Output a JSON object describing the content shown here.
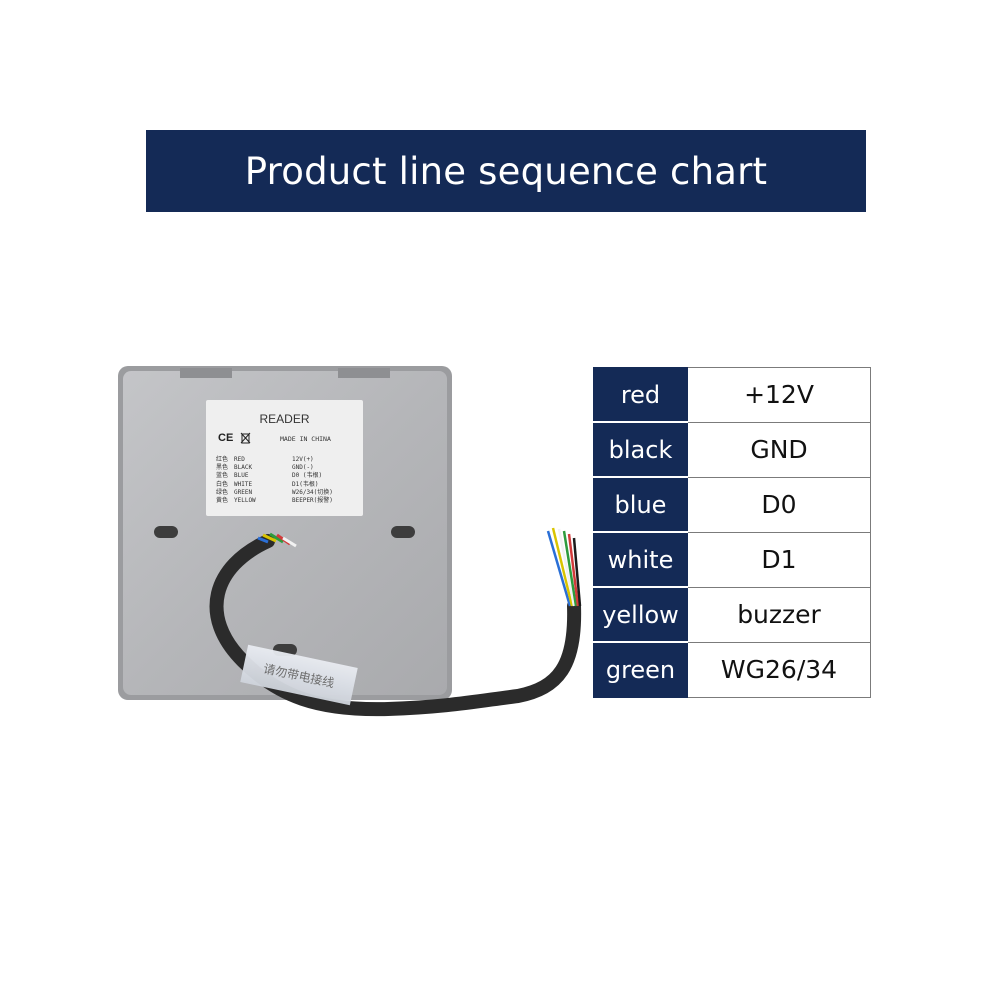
{
  "banner": {
    "title": "Product line sequence chart"
  },
  "device": {
    "label_card": {
      "title": "READER",
      "ce_mark": "CE",
      "made_in": "MADE IN CHINA",
      "rows": [
        {
          "cn": "红色",
          "en": "RED",
          "signal": "12V(+)"
        },
        {
          "cn": "黑色",
          "en": "BLACK",
          "signal": "GND(-)"
        },
        {
          "cn": "蓝色",
          "en": "BLUE",
          "signal": "D0 (韦根)"
        },
        {
          "cn": "白色",
          "en": "WHITE",
          "signal": "D1(韦根)"
        },
        {
          "cn": "绿色",
          "en": "GREEN",
          "signal": "W26/34(切换)"
        },
        {
          "cn": "黄色",
          "en": "YELLOW",
          "signal": "BEEPER(报警)"
        }
      ]
    },
    "cable_sticker": "请勿带电接线",
    "colors": {
      "panel": "#b7b8bb",
      "cable": "#2b2b2b"
    }
  },
  "wiring": {
    "accent": "#142a56",
    "rows": [
      {
        "color": "red",
        "signal": "+12V"
      },
      {
        "color": "black",
        "signal": "GND"
      },
      {
        "color": "blue",
        "signal": "D0"
      },
      {
        "color": "white",
        "signal": "D1"
      },
      {
        "color": "yellow",
        "signal": "buzzer"
      },
      {
        "color": "green",
        "signal": "WG26/34"
      }
    ]
  }
}
